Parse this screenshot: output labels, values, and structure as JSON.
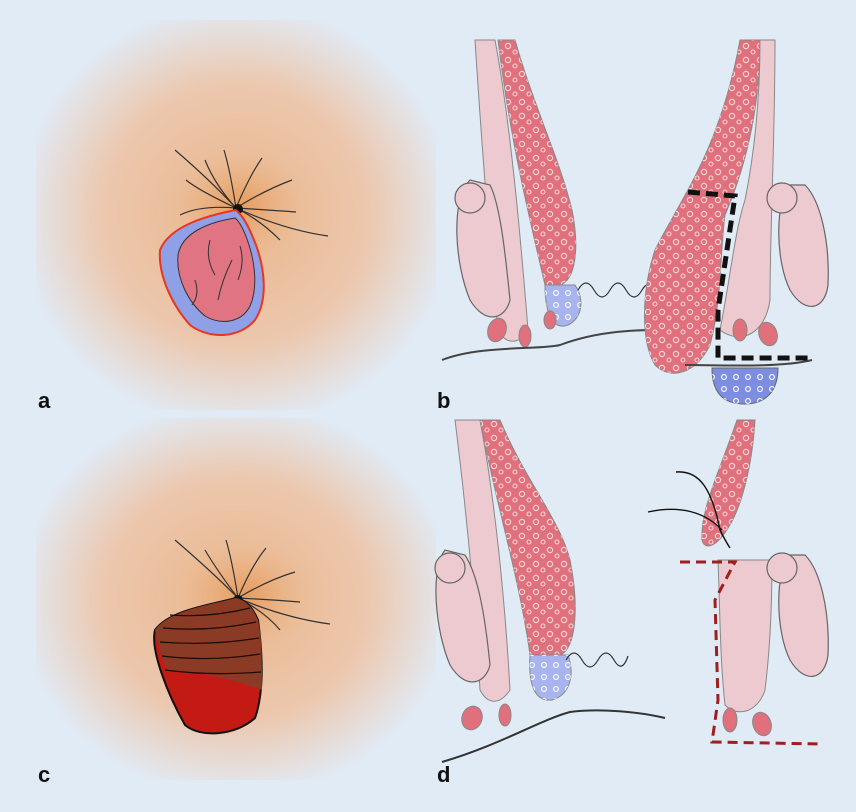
{
  "figure": {
    "panels": [
      {
        "label": "a"
      },
      {
        "label": "b"
      },
      {
        "label": "c"
      },
      {
        "label": "d"
      }
    ]
  },
  "colors": {
    "background": "#e1ebf6",
    "skin": "#e9b98f",
    "mucosa": "#e0707c",
    "mucosa_light": "#eccacf",
    "vascular": "#a8b4ee",
    "venous_blue": "#7d8de0",
    "necrosis_dark": "#8a3a25",
    "necrosis_red": "#c31a14",
    "excision_black": "#111111",
    "excision_red": "#a01e1e"
  }
}
